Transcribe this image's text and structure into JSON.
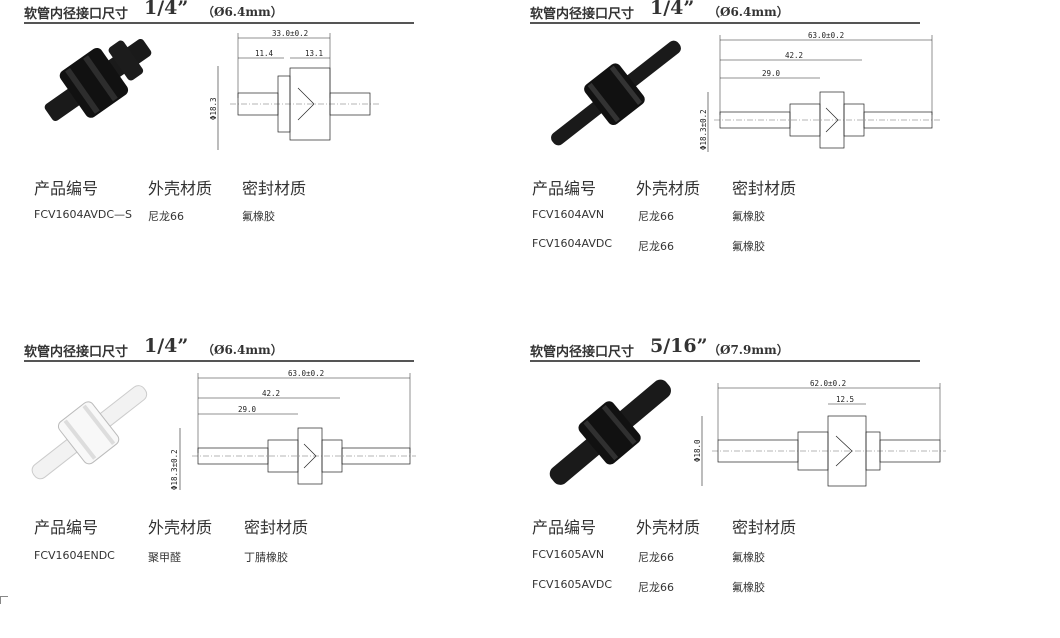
{
  "header_label": "软管内径接口尺寸",
  "columns": [
    "产品编号",
    "外壳材质",
    "密封材质"
  ],
  "panels": [
    {
      "size": "1/4”",
      "mm": "（Ø6.4mm）",
      "dims": {
        "overall": "33.0±0.2",
        "left": "11.4",
        "right": "13.1",
        "dia": "Φ18.3"
      },
      "rows": [
        {
          "code": "FCV1604AVDC—S",
          "shell": "尼龙66",
          "seal": "氟橡胶"
        }
      ]
    },
    {
      "size": "1/4”",
      "mm": "（Ø6.4mm）",
      "dims": {
        "overall": "63.0±0.2",
        "mid": "42.2",
        "short": "29.0",
        "dia": "Φ18.3±0.2"
      },
      "rows": [
        {
          "code": "FCV1604AVN",
          "shell": "尼龙66",
          "seal": "氟橡胶"
        },
        {
          "code": "FCV1604AVDC",
          "shell": "尼龙66",
          "seal": "氟橡胶"
        }
      ]
    },
    {
      "size": "1/4”",
      "mm": "（Ø6.4mm）",
      "dims": {
        "overall": "63.0±0.2",
        "mid": "42.2",
        "short": "29.0",
        "dia": "Φ18.3±0.2"
      },
      "rows": [
        {
          "code": "FCV1604ENDC",
          "shell": "聚甲醛",
          "seal": "丁腈橡胶"
        }
      ]
    },
    {
      "size": "5/16”",
      "mm": "（Ø7.9mm）",
      "dims": {
        "overall": "62.0±0.2",
        "mid": "12.5",
        "dia": "Φ18.0"
      },
      "rows": [
        {
          "code": "FCV1605AVN",
          "shell": "尼龙66",
          "seal": "氟橡胶"
        },
        {
          "code": "FCV1605AVDC",
          "shell": "尼龙66",
          "seal": "氟橡胶"
        }
      ]
    }
  ],
  "colors": {
    "black_part": "#1a1a1a",
    "white_part": "#f2f2f2",
    "rule": "#555555"
  }
}
